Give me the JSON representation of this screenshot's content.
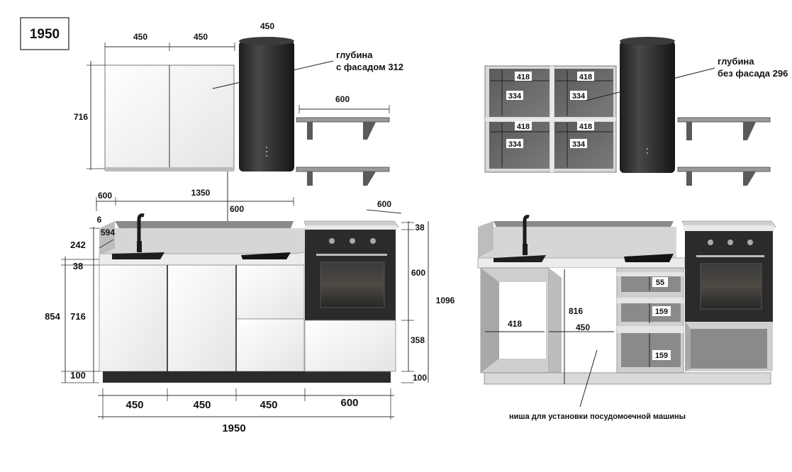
{
  "model": {
    "title": "1950"
  },
  "colors": {
    "hood": "#2e2d2c",
    "shelf": "#5a5a5a",
    "front": "#f2f2f2",
    "counter": "#e6e6e6",
    "carcass": "#cfcfcf",
    "interior": "#6a6a6a",
    "oven": "#2b2b2b"
  },
  "left": {
    "upper_widths": [
      "450",
      "450"
    ],
    "hood_width": "450",
    "upper_height": "716",
    "depth_note": [
      "глубина",
      "с фасадом 312"
    ],
    "shelf_width": "600",
    "depth_left": "600",
    "span": "1350",
    "gap": "600",
    "oven_depth": "600",
    "counter_thk": "6",
    "backsplash_depth": "594",
    "backsplash_h": "242",
    "top_thk": "38",
    "total_h": "854",
    "base_h": "716",
    "plinth": "100",
    "oven_top": "38",
    "oven_h": "600",
    "oven_low": "358",
    "oven_plinth": "100",
    "full_h": "1096",
    "bottom_widths": [
      "450",
      "450",
      "450",
      "600"
    ],
    "total_width": "1950"
  },
  "right": {
    "depth_note": [
      "глубина",
      "без фасада 296"
    ],
    "cab_w": [
      "418",
      "418",
      "418",
      "418"
    ],
    "cab_h": [
      "334",
      "334",
      "334",
      "334"
    ],
    "shelf_gaps": [
      "55",
      "159",
      "159"
    ],
    "niche_depth": "418",
    "niche_width": "450",
    "niche_h": "816",
    "niche_note": "ниша для установки посудомоечной машины"
  }
}
